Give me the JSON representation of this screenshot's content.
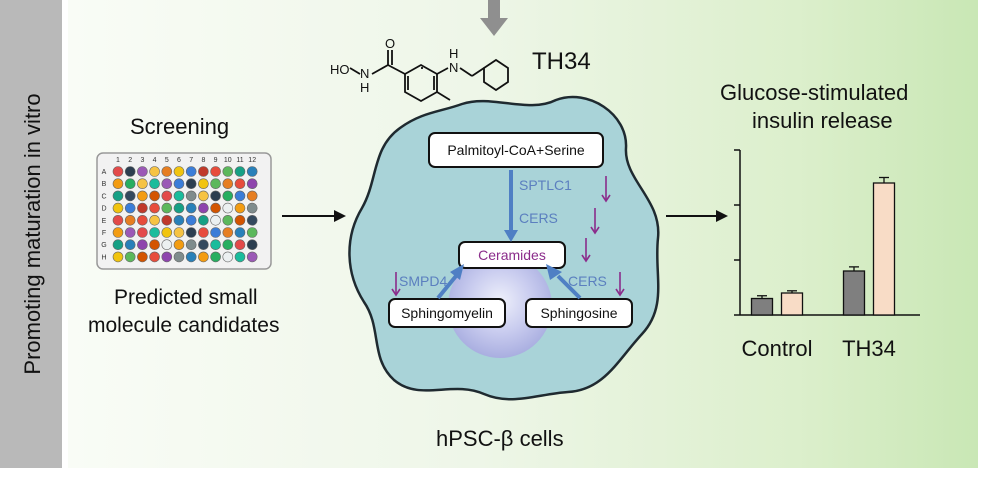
{
  "sidebar": {
    "title": "Promoting maturation in vitro"
  },
  "compound": {
    "name": "TH34",
    "atoms": {
      "oh": "HO",
      "n1": "N",
      "h1": "H",
      "o": "O",
      "n2": "N",
      "h2": "H"
    }
  },
  "screening": {
    "title": "Screening",
    "caption_line1": "Predicted small",
    "caption_line2": "molecule candidates",
    "plate_columns": [
      "1",
      "2",
      "3",
      "4",
      "5",
      "6",
      "7",
      "8",
      "9",
      "10",
      "11",
      "12"
    ],
    "plate_rows": [
      "A",
      "B",
      "C",
      "D",
      "E",
      "F",
      "G",
      "H"
    ]
  },
  "cell": {
    "label": "hPSC-β cells",
    "nodes": {
      "top": "Palmitoyl-CoA+Serine",
      "center": "Ceramides",
      "left": "Sphingomyelin",
      "right": "Sphingosine"
    },
    "enzymes": {
      "sptlc1": "SPTLC1",
      "cers_top": "CERS",
      "smpd4": "SMPD4",
      "cers_right": "CERS"
    }
  },
  "colors": {
    "sidebar": "#b9b9b9",
    "cell": "#a9d3d8",
    "arrow_blue": "#4f7fc4",
    "arrow_purple": "#8b2c8b",
    "ceramides": "#8b2c8b",
    "bar_gray": "#7f7f7f",
    "bar_peach": "#f8dcc6"
  },
  "chart_data": {
    "type": "bar",
    "title": "Glucose-stimulated insulin release",
    "categories": [
      "Control",
      "TH34"
    ],
    "series": [
      {
        "values": [
          0.6,
          1.6
        ]
      },
      {
        "values": [
          0.8,
          4.8
        ]
      }
    ],
    "errors": [
      [
        0.1,
        0.15
      ],
      [
        0.08,
        0.2
      ]
    ],
    "ylim": [
      0,
      6
    ],
    "xlabel": "",
    "ylabel": ""
  }
}
